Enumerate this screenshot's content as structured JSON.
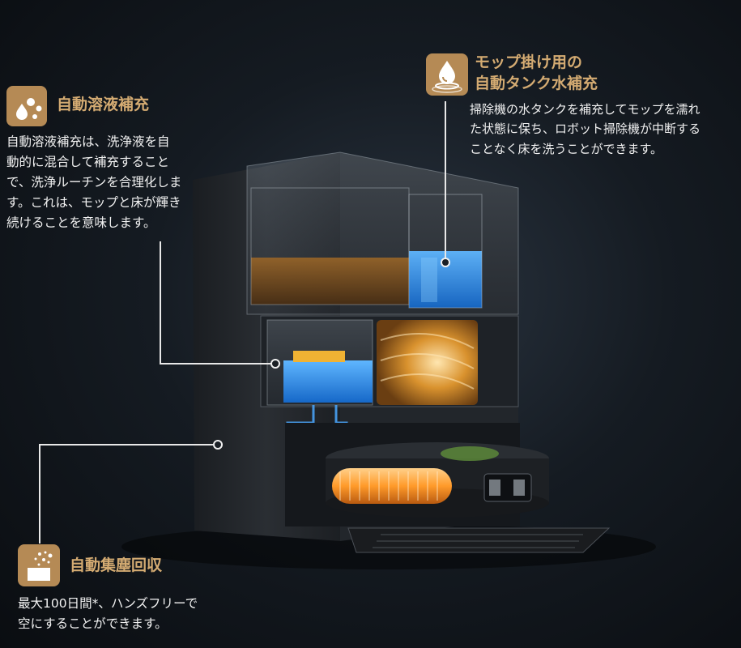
{
  "features": {
    "solution": {
      "icon": "droplets-icon",
      "title": "自動溶液補充",
      "desc_lines": [
        "自動溶液補充は、洗浄液を自",
        "動的に混合して補充すること",
        "で、洗浄ルーチンを合理化しま",
        "す。これは、モップと床が輝き",
        "続けることを意味します。"
      ]
    },
    "water": {
      "icon": "water-drop-icon",
      "title_lines": [
        "モップ掛け用の",
        "自動タンク水補充"
      ],
      "desc_lines": [
        "掃除機の水タンクを補充してモップを濡れ",
        "た状態に保ち、ロボット掃除機が中断する",
        "ことなく床を洗うことができます。"
      ]
    },
    "dust": {
      "icon": "dust-bin-icon",
      "title": "自動集塵回収",
      "desc_lines": [
        "最大100日間*、ハンズフリーで",
        "空にすることができます。"
      ]
    }
  },
  "colors": {
    "accent": "#d4ab72",
    "icon_bg": "#b58a55",
    "background": "#151b22"
  }
}
